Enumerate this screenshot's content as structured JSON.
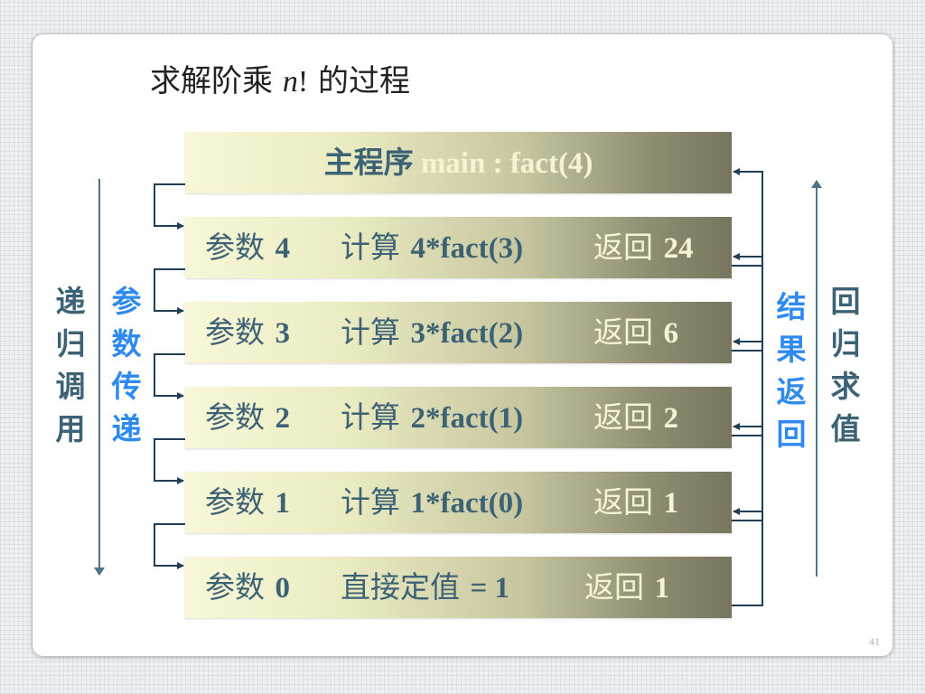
{
  "title": {
    "prefix": "求解阶乘 ",
    "var": "n",
    "bang": "!",
    "suffix": " 的过程"
  },
  "main_box": {
    "cn": "主程序",
    "text": " main : fact(4)"
  },
  "rows": [
    {
      "param_label": "参数",
      "param_value": "4",
      "compute_label": "计算",
      "compute_expr": "4*fact(3)",
      "return_label": "返回",
      "return_value": "24"
    },
    {
      "param_label": "参数",
      "param_value": "3",
      "compute_label": "计算",
      "compute_expr": "3*fact(2)",
      "return_label": "返回",
      "return_value": "6"
    },
    {
      "param_label": "参数",
      "param_value": "2",
      "compute_label": "计算",
      "compute_expr": "2*fact(1)",
      "return_label": "返回",
      "return_value": "2"
    },
    {
      "param_label": "参数",
      "param_value": "1",
      "compute_label": "计算",
      "compute_expr": "1*fact(0)",
      "return_label": "返回",
      "return_value": "1"
    },
    {
      "param_label": "参数",
      "param_value": "0",
      "compute_label": "直接定值",
      "compute_expr": "= 1",
      "return_label": "返回",
      "return_value": "1"
    }
  ],
  "side_labels": {
    "left_outer": [
      "递",
      "归",
      "调",
      "用"
    ],
    "left_inner": [
      "参",
      "数",
      "传",
      "递"
    ],
    "right_inner": [
      "结",
      "果",
      "返",
      "回"
    ],
    "right_outer": [
      "回",
      "归",
      "求",
      "值"
    ]
  },
  "colors": {
    "text_blue": "#3c6276",
    "label_blue": "#2f8af0",
    "return_cream": "#f6f4d4",
    "arrow": "#1f3f57",
    "long_arrow": "#4e7585"
  },
  "page_number": "41"
}
